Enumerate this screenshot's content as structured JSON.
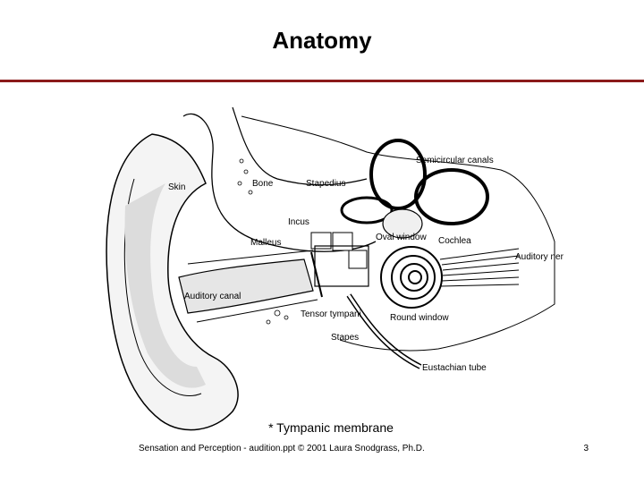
{
  "slide": {
    "title": "Anatomy",
    "accent_color": "#8b1a1a"
  },
  "diagram": {
    "labels": {
      "semicircular_canals": "Semicircular canals",
      "skin": "Skin",
      "bone": "Bone",
      "stapedius": "Stapedius",
      "incus": "Incus",
      "malleus": "Malleus",
      "oval_window": "Oval window",
      "cochlea": "Cochlea",
      "auditory_nerve": "Auditory nerve",
      "auditory_canal": "Auditory canal",
      "tensor_tympani": "Tensor tympani",
      "round_window": "Round window",
      "stapes": "Stapes",
      "eustachian_tube": "Eustachian tube"
    }
  },
  "caption": "* Tympanic membrane",
  "footer": {
    "text": "Sensation and Perception - audition.ppt © 2001 Laura Snodgrass, Ph.D.",
    "page_number": "3"
  }
}
